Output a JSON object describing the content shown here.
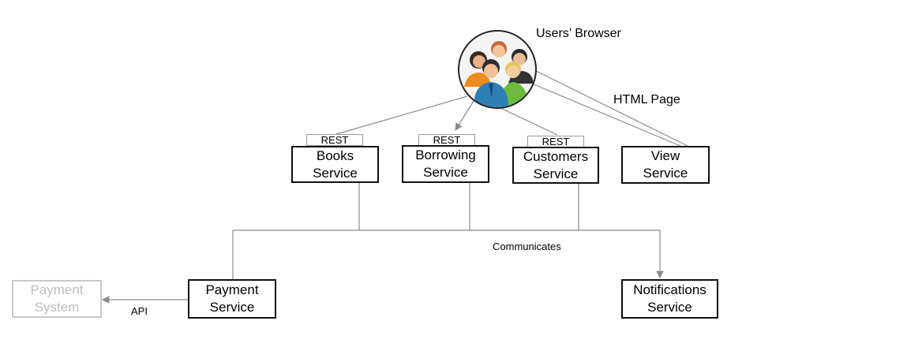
{
  "users": {
    "label": "Users’ Browser",
    "icon": "users-group-icon"
  },
  "connections": {
    "rest": "REST",
    "html_page": "HTML Page",
    "communicates": "Communicates",
    "api": "API"
  },
  "services": {
    "books": "Books\nService",
    "borrowing": "Borrowing\nService",
    "customers": "Customers\nService",
    "view": "View\nService",
    "payment": "Payment\nService",
    "notifications": "Notifications\nService"
  },
  "external": {
    "payment_system": "Payment\nSystem"
  },
  "colors": {
    "line": "#8c8c8c",
    "external": "#c8c8c8",
    "border": "#111111"
  }
}
